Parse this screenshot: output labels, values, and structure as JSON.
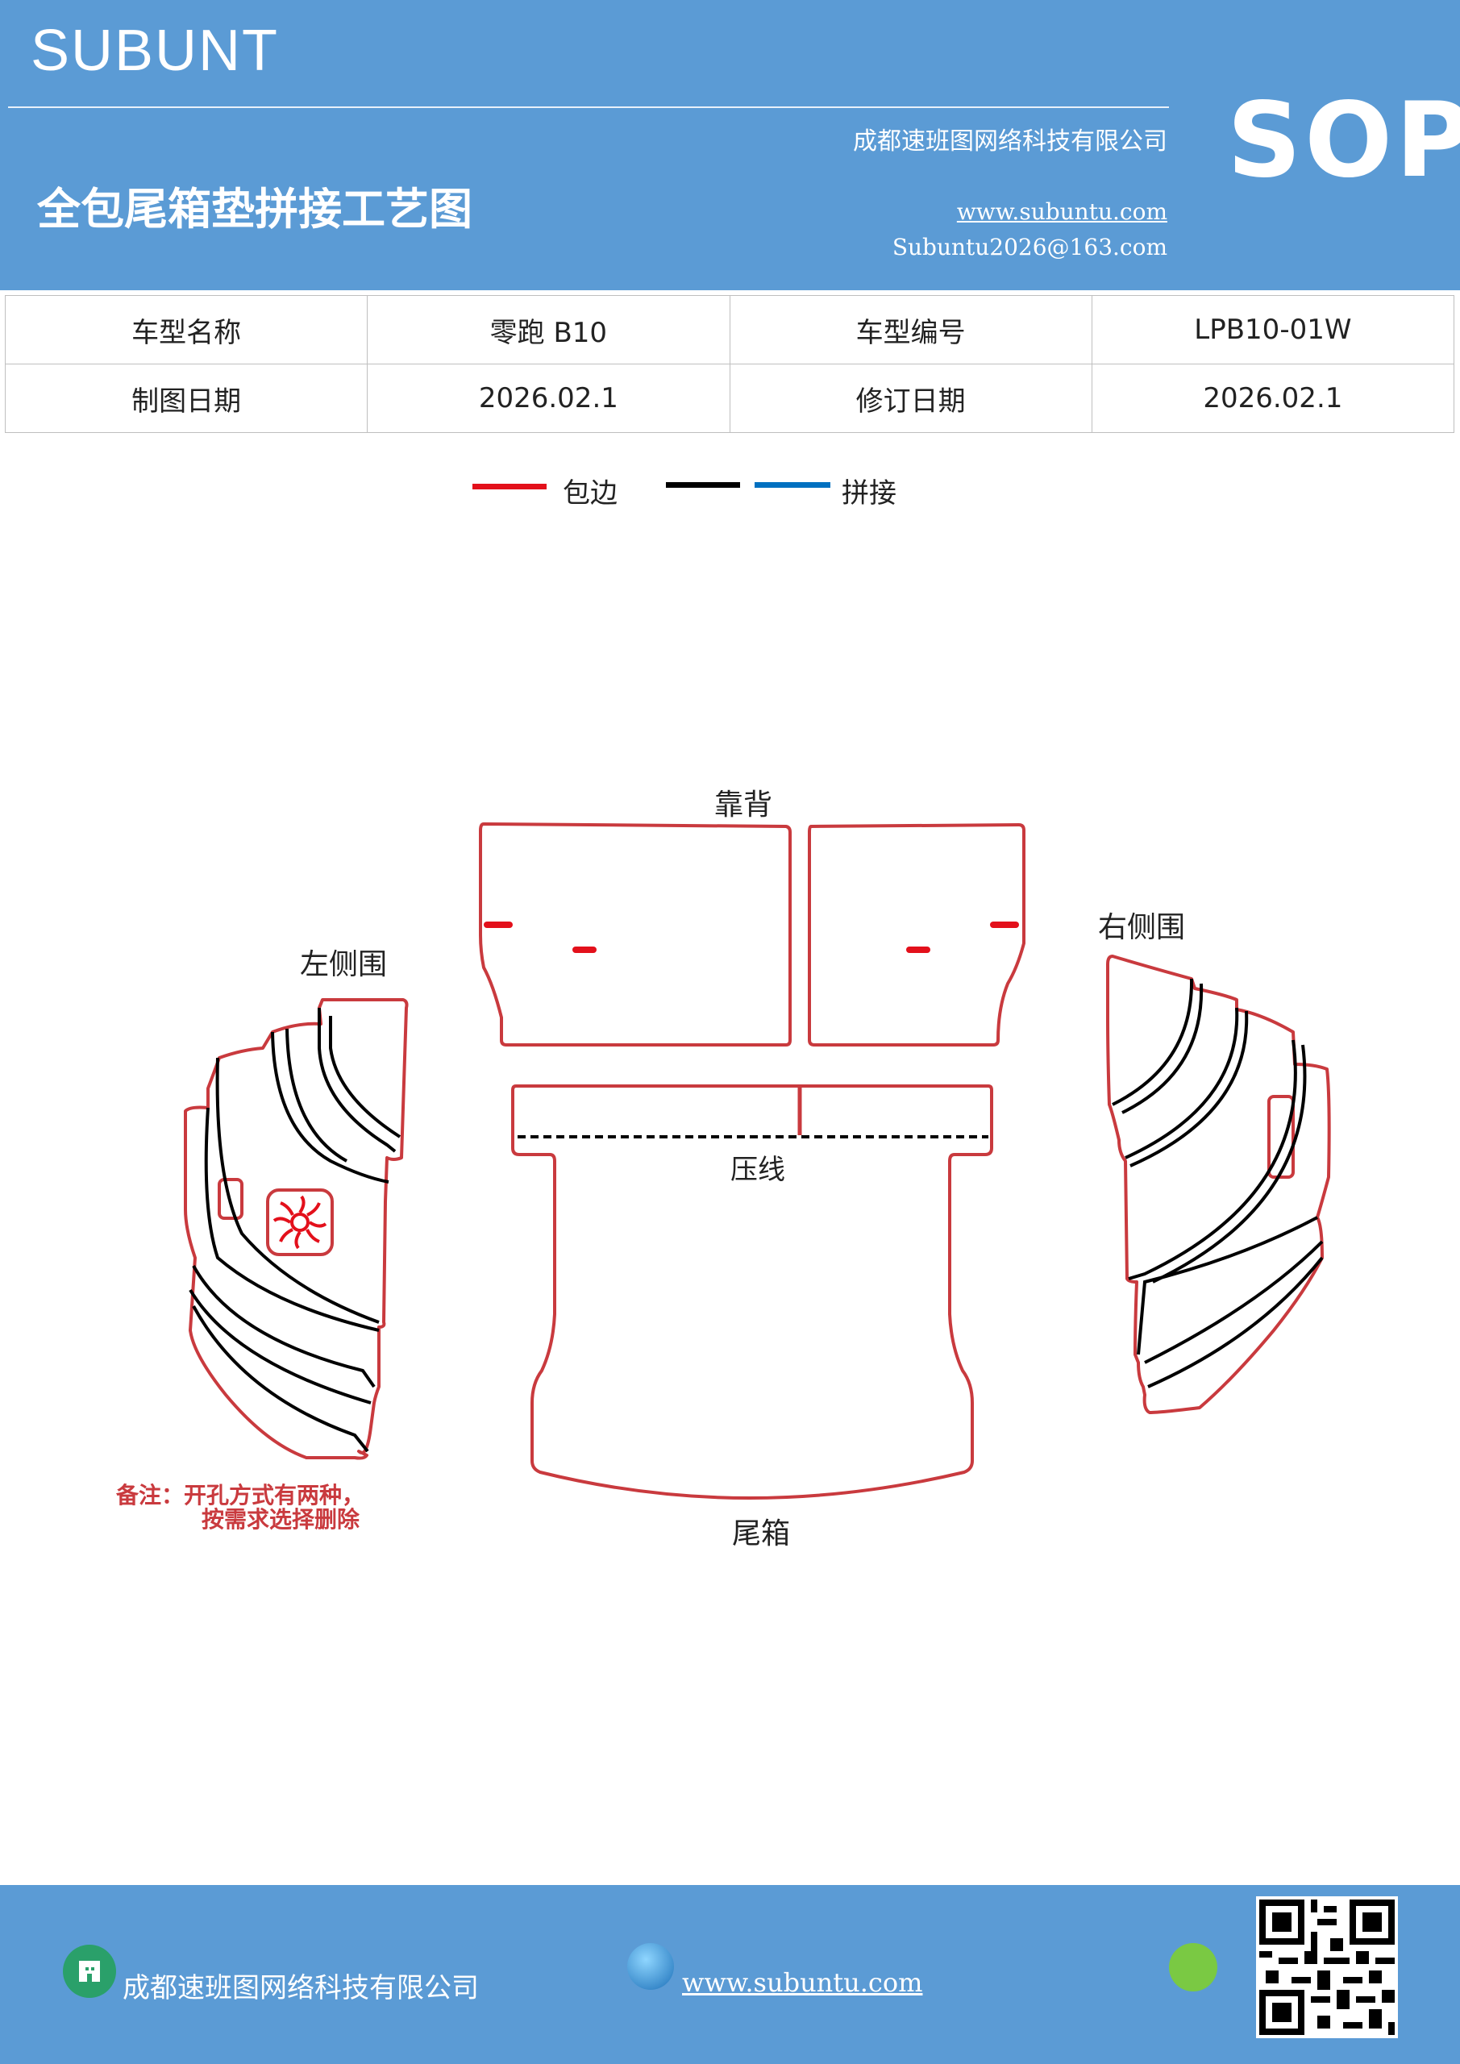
{
  "header": {
    "brand": "SUBUNT",
    "company": "成都速班图网络科技有限公司",
    "title": "全包尾箱垫拼接工艺图",
    "website": "www.subuntu.com",
    "email": "Subuntu2026@163.com",
    "badge": "SOP"
  },
  "info_table": {
    "rows": [
      {
        "label1": "车型名称",
        "value1": "零跑 B10",
        "label2": "车型编号",
        "value2": "LPB10-01W"
      },
      {
        "label1": "制图日期",
        "value1": "2026.02.1",
        "label2": "修订日期",
        "value2": "2026.02.1"
      }
    ]
  },
  "legend": {
    "items": [
      {
        "label": "包边",
        "color": "#e3101b"
      },
      {
        "label": "拼接",
        "colors": [
          "#000000",
          "#0070c0"
        ]
      }
    ]
  },
  "diagram": {
    "labels": {
      "backrest": "靠背",
      "left_side": "左侧围",
      "right_side": "右侧围",
      "crease": "压线",
      "trunk": "尾箱"
    },
    "note_line1": "备注：开孔方式有两种，",
    "note_line2": "按需求选择删除",
    "edge_color": "#c93a3e"
  },
  "footer": {
    "company": "成都速班图网络科技有限公司",
    "website": "www.subuntu.com"
  }
}
